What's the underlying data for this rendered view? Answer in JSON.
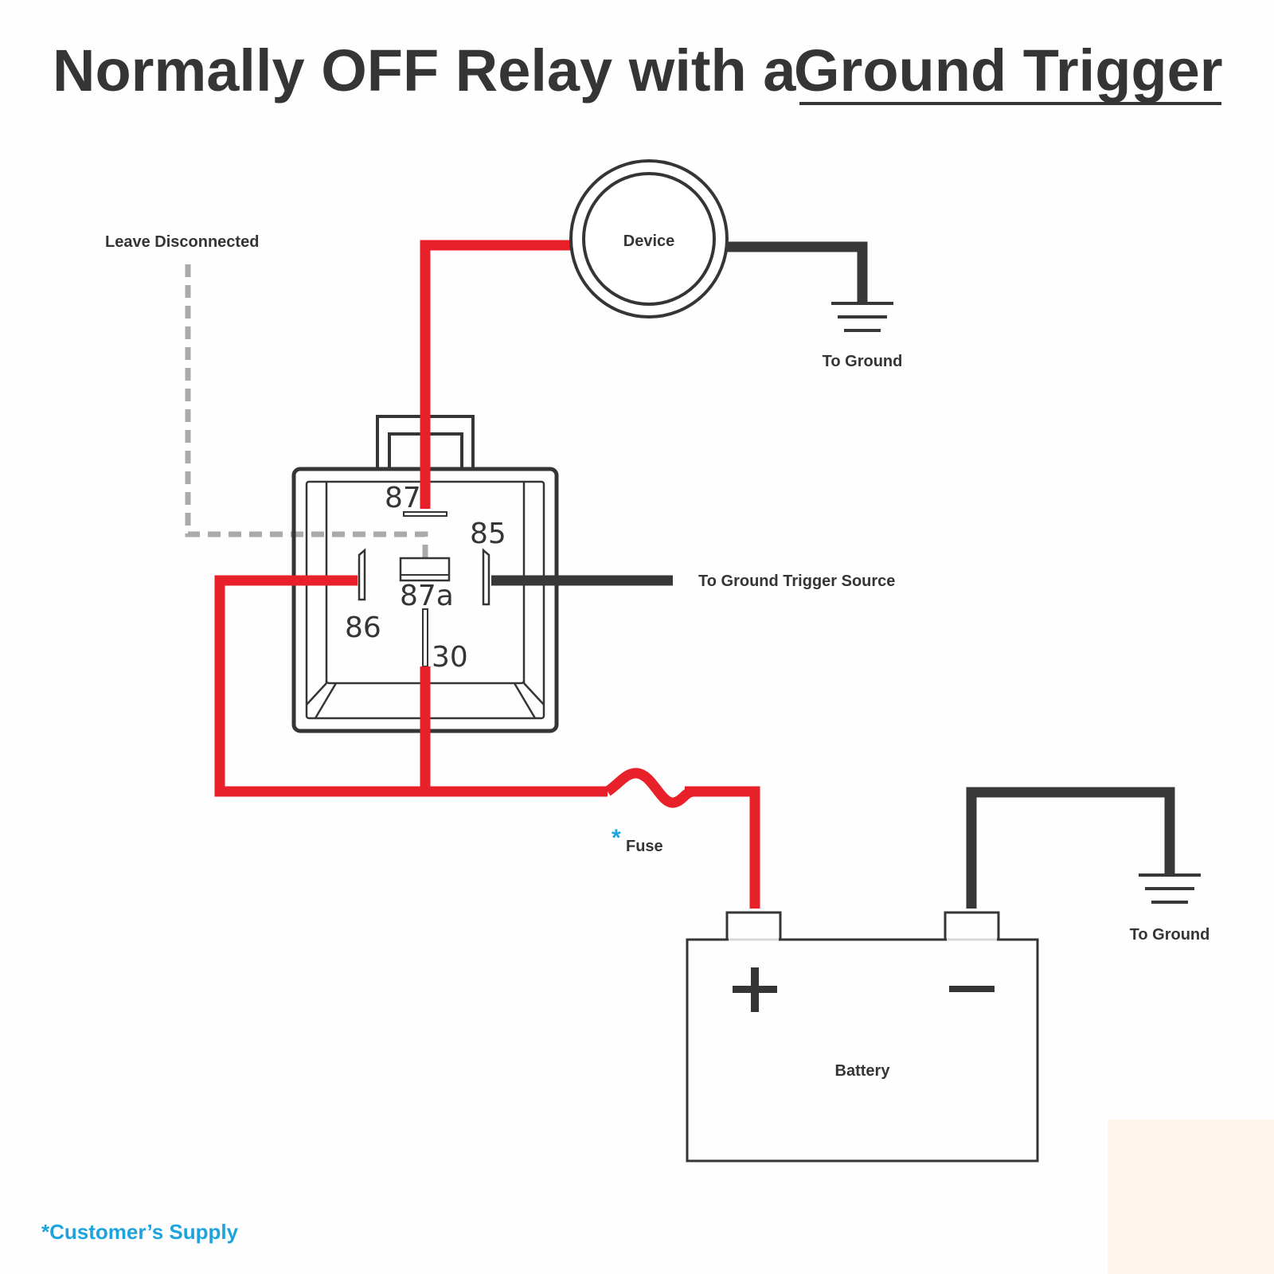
{
  "title": {
    "prefix": "Normally OFF Relay with a",
    "emphasis": "Ground Trigger"
  },
  "labels": {
    "leave_disconnected": "Leave Disconnected",
    "device": "Device",
    "to_ground_device": "To Ground",
    "to_ground_trigger_source": "To Ground Trigger Source",
    "fuse": "Fuse",
    "fuse_marker": "*",
    "battery": "Battery",
    "battery_positive": "+",
    "battery_negative": "−",
    "to_ground_battery": "To Ground"
  },
  "relay": {
    "pins": {
      "p87": "87",
      "p87a": "87a",
      "p85": "85",
      "p86": "86",
      "p30": "30"
    }
  },
  "footnote": "*Customer’s Supply",
  "colors": {
    "positive_wire": "#e8202a",
    "ground_wire": "#383838",
    "disconnected_wire": "#aaaaaa",
    "customer_supply": "#1ea3dd",
    "text": "#353535"
  }
}
